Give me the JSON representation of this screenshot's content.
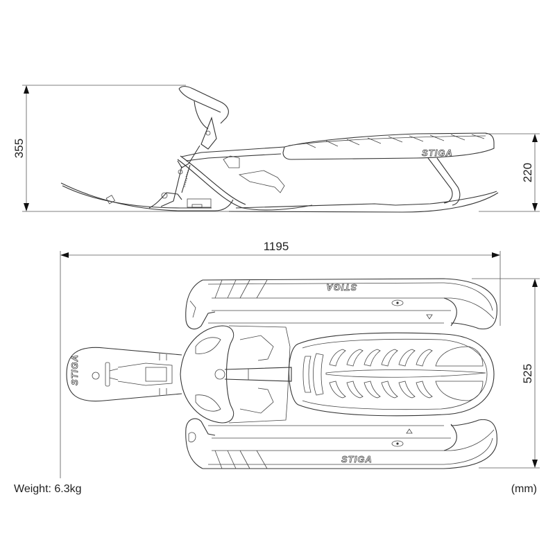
{
  "drawing": {
    "subject": "STIGA snow racer sled — technical dimension drawing",
    "brand_mark": "STIGA",
    "side_view": {
      "dimensions": {
        "overall_height": "355",
        "seat_height": "220"
      }
    },
    "top_view": {
      "dimensions": {
        "overall_length": "1195",
        "overall_width": "525"
      }
    }
  },
  "footer": {
    "weight_label": "Weight:",
    "weight_value": "6.3kg",
    "units": "(mm)"
  }
}
